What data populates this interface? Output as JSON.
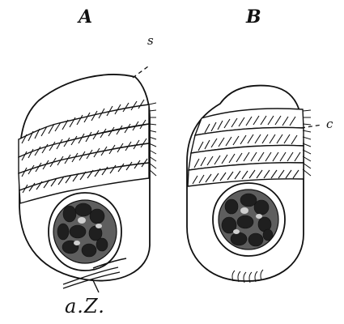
{
  "labels": {
    "panel_a": "A",
    "panel_b": "B",
    "callout_s": "s",
    "callout_c": "c",
    "bottom": "a.Z."
  },
  "colors": {
    "ink": "#111111",
    "cell_fill": "#ffffff",
    "nucleus_fill": "#5e5e5e",
    "nucleus_spots": "#1f1f1f",
    "light_spot": "#cfcfcf"
  }
}
